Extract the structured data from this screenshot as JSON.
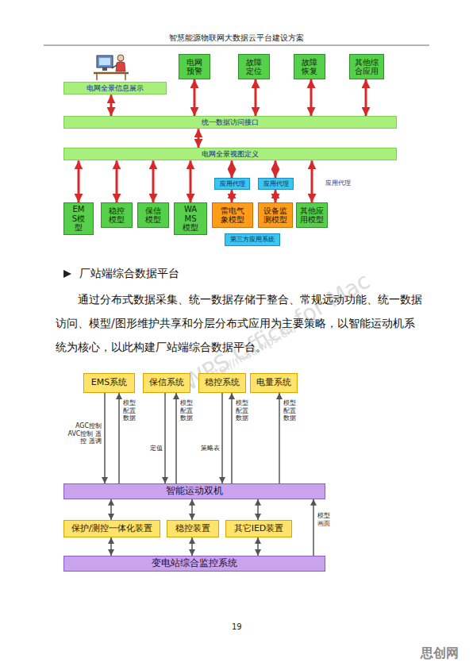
{
  "diagram": {
    "title": "智慧能源物联网大数据云平台建设方案",
    "nodes": [
      {
        "text": [
          "电网预警"
        ]
      },
      {
        "text": [
          "故障定位"
        ]
      },
      {
        "text": [
          "故障恢复"
        ]
      },
      {
        "text": [
          "其他综合应用"
        ]
      },
      {
        "text": [
          "电网全景信息展示"
        ]
      },
      {
        "text": [
          "统一数据访问接口"
        ]
      },
      {
        "text": [
          "电网全景视图定义"
        ]
      },
      {
        "text": [
          "应用代理"
        ]
      },
      {
        "text": [
          "应用代理"
        ]
      },
      {
        "text": [
          "EMS模型"
        ]
      },
      {
        "text": [
          "稳控模型"
        ]
      },
      {
        "text": [
          "保信模型"
        ]
      },
      {
        "text": [
          "WAMS模型"
        ]
      },
      {
        "text": [
          "雷电气象模型"
        ]
      },
      {
        "text": [
          "设备监测模型"
        ]
      },
      {
        "text": [
          "其他应用模型"
        ]
      },
      {
        "text": [
          "第三方应用系统"
        ]
      },
      {
        "text": [
          "EMS系统"
        ]
      },
      {
        "text": [
          "保信系统"
        ]
      },
      {
        "text": [
          "稳控系统"
        ]
      },
      {
        "text": [
          "电量系统"
        ]
      },
      {
        "text": [
          "智能运动双机"
        ]
      },
      {
        "text": [
          "保护/测控一体化装置"
        ]
      },
      {
        "text": [
          "稳控装置"
        ]
      },
      {
        "text": [
          "其它IED装置"
        ]
      },
      {
        "text": [
          "变电站综合监控系统"
        ]
      }
    ],
    "edges": [
      {
        "from": 0,
        "to": 5,
        "arrow": "both"
      },
      {
        "from": 1,
        "to": 5,
        "arrow": "both"
      },
      {
        "from": 2,
        "to": 5,
        "arrow": "both"
      },
      {
        "from": 3,
        "to": 5,
        "arrow": "both"
      },
      {
        "from": 4,
        "to": 5,
        "arrow": "both"
      },
      {
        "from": 5,
        "to": 6,
        "arrow": "both"
      },
      {
        "from": 6,
        "to": 9,
        "arrow": "both"
      },
      {
        "from": 6,
        "to": 10,
        "arrow": "both"
      },
      {
        "from": 6,
        "to": 11,
        "arrow": "both"
      },
      {
        "from": 6,
        "to": 12,
        "arrow": "both"
      },
      {
        "from": 6,
        "to": 7,
        "arrow": "both"
      },
      {
        "from": 7,
        "to": 13,
        "arrow": "both"
      },
      {
        "from": 6,
        "to": 8,
        "arrow": "both"
      },
      {
        "from": 8,
        "to": 14,
        "arrow": "both"
      },
      {
        "from": 6,
        "to": 15,
        "arrow": "both"
      },
      {
        "from": 21,
        "to": 17,
        "label": "模型 配置 数据",
        "arrow": "to"
      },
      {
        "from": 17,
        "to": 21,
        "label": "AGC控制 AVC控制 遥控 遥调",
        "arrow": "to"
      },
      {
        "from": 21,
        "to": 18,
        "label": "模型 配置 数据",
        "arrow": "to"
      },
      {
        "from": 18,
        "to": 21,
        "label": "定值",
        "arrow": "to"
      },
      {
        "from": 21,
        "to": 19,
        "label": "模型 配置 数据",
        "arrow": "to"
      },
      {
        "from": 19,
        "to": 21,
        "label": "策略表",
        "arrow": "to"
      },
      {
        "from": 21,
        "to": 20,
        "label": "模型 配置 数据",
        "arrow": "to"
      },
      {
        "from": 21,
        "to": 22,
        "arrow": "both"
      },
      {
        "from": 21,
        "to": 23,
        "arrow": "both"
      },
      {
        "from": 21,
        "to": 24,
        "arrow": "both"
      },
      {
        "from": 22,
        "to": 25,
        "arrow": "both"
      },
      {
        "from": 23,
        "to": 25,
        "arrow": "both"
      },
      {
        "from": 24,
        "to": 25,
        "arrow": "both"
      },
      {
        "from": 25,
        "to": 21,
        "label": "模型 画面",
        "arrow": "to"
      }
    ],
    "labels": [
      "应用代理",
      "厂站端综合数据平台",
      "通过分布式数据采集、统一数据存储于整合、常规远动功能、统一数据访问、模型/图形维护共享和分层分布式应用为主要策略，以智能运动机系统为核心，以此构建厂站端综合数据平台。",
      "19",
      "WPS Office for Mac",
      "http://mac.wps.cn/",
      "思创网"
    ]
  }
}
